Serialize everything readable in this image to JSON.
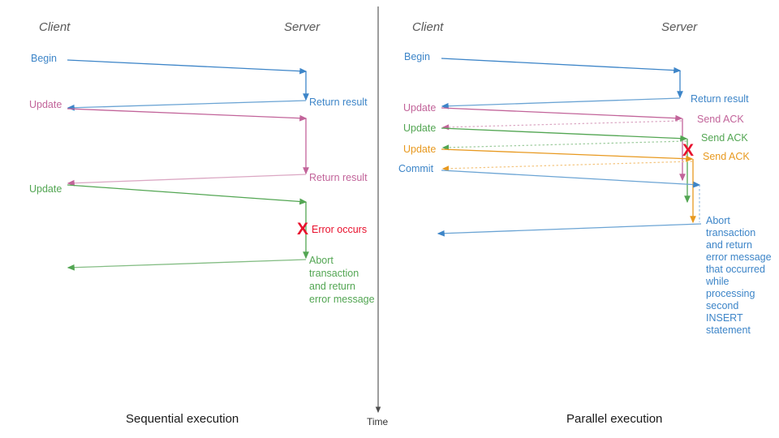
{
  "colors": {
    "blue": "#3d85c8",
    "blue_light": "#8cb6de",
    "pink": "#c2649a",
    "pink_light": "#dba7c3",
    "green": "#53a653",
    "green_light": "#9ccb9c",
    "orange": "#e8991f",
    "orange_light": "#f4c57f",
    "red": "#e8112d",
    "gray_title": "#595959",
    "gray_axis": "#4d4d4d",
    "black": "#1a1a1a"
  },
  "time_axis": {
    "label": "Time"
  },
  "left_panel": {
    "caption": "Sequential execution",
    "client_lane": "Client",
    "server_lane": "Server",
    "messages": [
      {
        "label": "Begin",
        "color": "blue",
        "direction": "to-server"
      },
      {
        "label": "Return result",
        "color": "blue",
        "direction": "to-client"
      },
      {
        "label": "Update",
        "color": "pink",
        "direction": "to-server"
      },
      {
        "label": "Return result",
        "color": "pink",
        "direction": "to-client"
      },
      {
        "label": "Update",
        "color": "green",
        "direction": "to-server"
      },
      {
        "label": "Abort transaction and return error message",
        "color": "green",
        "direction": "to-client"
      }
    ],
    "error": {
      "marker": "X",
      "label": "Error occurs"
    },
    "abort_note_lines": [
      "Abort",
      "transaction",
      "and return",
      "error message"
    ]
  },
  "right_panel": {
    "caption": "Parallel execution",
    "client_lane": "Client",
    "server_lane": "Server",
    "messages": [
      {
        "label": "Begin",
        "color": "blue",
        "direction": "to-server"
      },
      {
        "label": "Return result",
        "color": "blue",
        "direction": "to-client"
      },
      {
        "label": "Update",
        "color": "pink",
        "direction": "to-server"
      },
      {
        "label": "Send ACK",
        "color": "pink",
        "direction": "to-client"
      },
      {
        "label": "Update",
        "color": "green",
        "direction": "to-server"
      },
      {
        "label": "Send ACK",
        "color": "green",
        "direction": "to-client"
      },
      {
        "label": "Update",
        "color": "orange",
        "direction": "to-server"
      },
      {
        "label": "Send ACK",
        "color": "orange",
        "direction": "to-client"
      },
      {
        "label": "Commit",
        "color": "blue",
        "direction": "to-server"
      }
    ],
    "error": {
      "marker": "X"
    },
    "abort_note_lines": [
      "Abort",
      "transaction",
      "and return",
      "error message",
      "that occurred",
      "while",
      "processing",
      "second",
      "INSERT",
      "statement"
    ]
  }
}
